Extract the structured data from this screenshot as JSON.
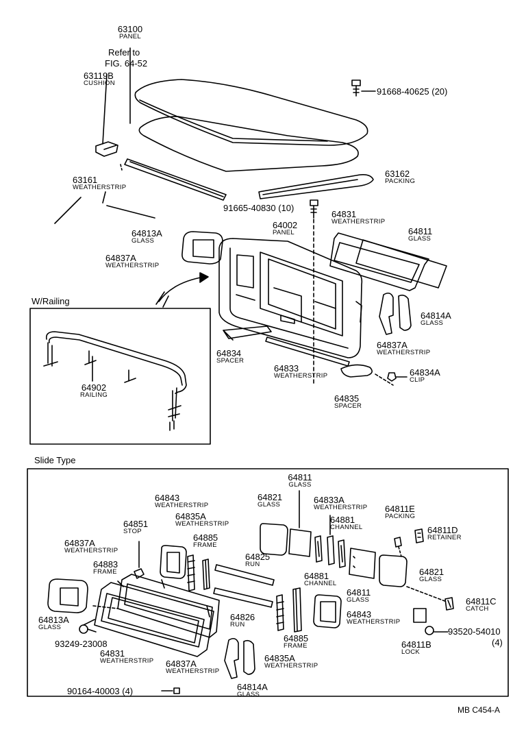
{
  "doc_code": "MB  C454-A",
  "inset_railing": {
    "title": "W/Railing"
  },
  "slide_type": {
    "title": "Slide Type"
  },
  "parts_top": [
    {
      "num": "63100",
      "name": "PANEL"
    },
    {
      "num": "",
      "name": "Refer to"
    },
    {
      "num": "",
      "name": "FIG. 64-52"
    },
    {
      "num": "63119B",
      "name": "CUSHION"
    },
    {
      "num": "91668-40625 (20)",
      "name": ""
    },
    {
      "num": "63161",
      "name": "WEATHERSTRIP"
    },
    {
      "num": "63162",
      "name": "PACKING"
    },
    {
      "num": "91665-40830 (10)",
      "name": ""
    },
    {
      "num": "64831",
      "name": "WEATHERSTRIP"
    },
    {
      "num": "64813A",
      "name": "GLASS"
    },
    {
      "num": "64002",
      "name": "PANEL"
    },
    {
      "num": "64811",
      "name": "GLASS"
    },
    {
      "num": "64837A",
      "name": "WEATHERSTRIP"
    },
    {
      "num": "64814A",
      "name": "GLASS"
    },
    {
      "num": "64837A",
      "name": "WEATHERSTRIP"
    },
    {
      "num": "64834",
      "name": "SPACER"
    },
    {
      "num": "64833",
      "name": "WEATHERSTRIP"
    },
    {
      "num": "64834A",
      "name": "CLIP"
    },
    {
      "num": "64835",
      "name": "SPACER"
    },
    {
      "num": "64902",
      "name": "RAILING"
    }
  ],
  "parts_slide": [
    {
      "num": "64811",
      "name": "GLASS"
    },
    {
      "num": "64821",
      "name": "GLASS"
    },
    {
      "num": "64833A",
      "name": "WEATHERSTRIP"
    },
    {
      "num": "64843",
      "name": "WEATHERSTRIP"
    },
    {
      "num": "64835A",
      "name": "WEATHERSTRIP"
    },
    {
      "num": "64881",
      "name": "CHANNEL"
    },
    {
      "num": "64811E",
      "name": "PACKING"
    },
    {
      "num": "64811D",
      "name": "RETAINER"
    },
    {
      "num": "64851",
      "name": "STOP"
    },
    {
      "num": "64885",
      "name": "FRAME"
    },
    {
      "num": "64837A",
      "name": "WEATHERSTRIP"
    },
    {
      "num": "64825",
      "name": "RUN"
    },
    {
      "num": "64883",
      "name": "FRAME"
    },
    {
      "num": "64881",
      "name": "CHANNEL"
    },
    {
      "num": "64821",
      "name": "GLASS"
    },
    {
      "num": "64811",
      "name": "GLASS"
    },
    {
      "num": "64811C",
      "name": "CATCH"
    },
    {
      "num": "64813A",
      "name": "GLASS"
    },
    {
      "num": "64826",
      "name": "RUN"
    },
    {
      "num": "64843",
      "name": "WEATHERSTRIP"
    },
    {
      "num": "93520-54010",
      "name": "(4)"
    },
    {
      "num": "93249-23008",
      "name": ""
    },
    {
      "num": "64885",
      "name": "FRAME"
    },
    {
      "num": "64811B",
      "name": "LOCK"
    },
    {
      "num": "64831",
      "name": "WEATHERSTRIP"
    },
    {
      "num": "64837A",
      "name": "WEATHERSTRIP"
    },
    {
      "num": "64835A",
      "name": "WEATHERSTRIP"
    },
    {
      "num": "90164-40003 (4)",
      "name": ""
    },
    {
      "num": "64814A",
      "name": "GLASS"
    }
  ]
}
